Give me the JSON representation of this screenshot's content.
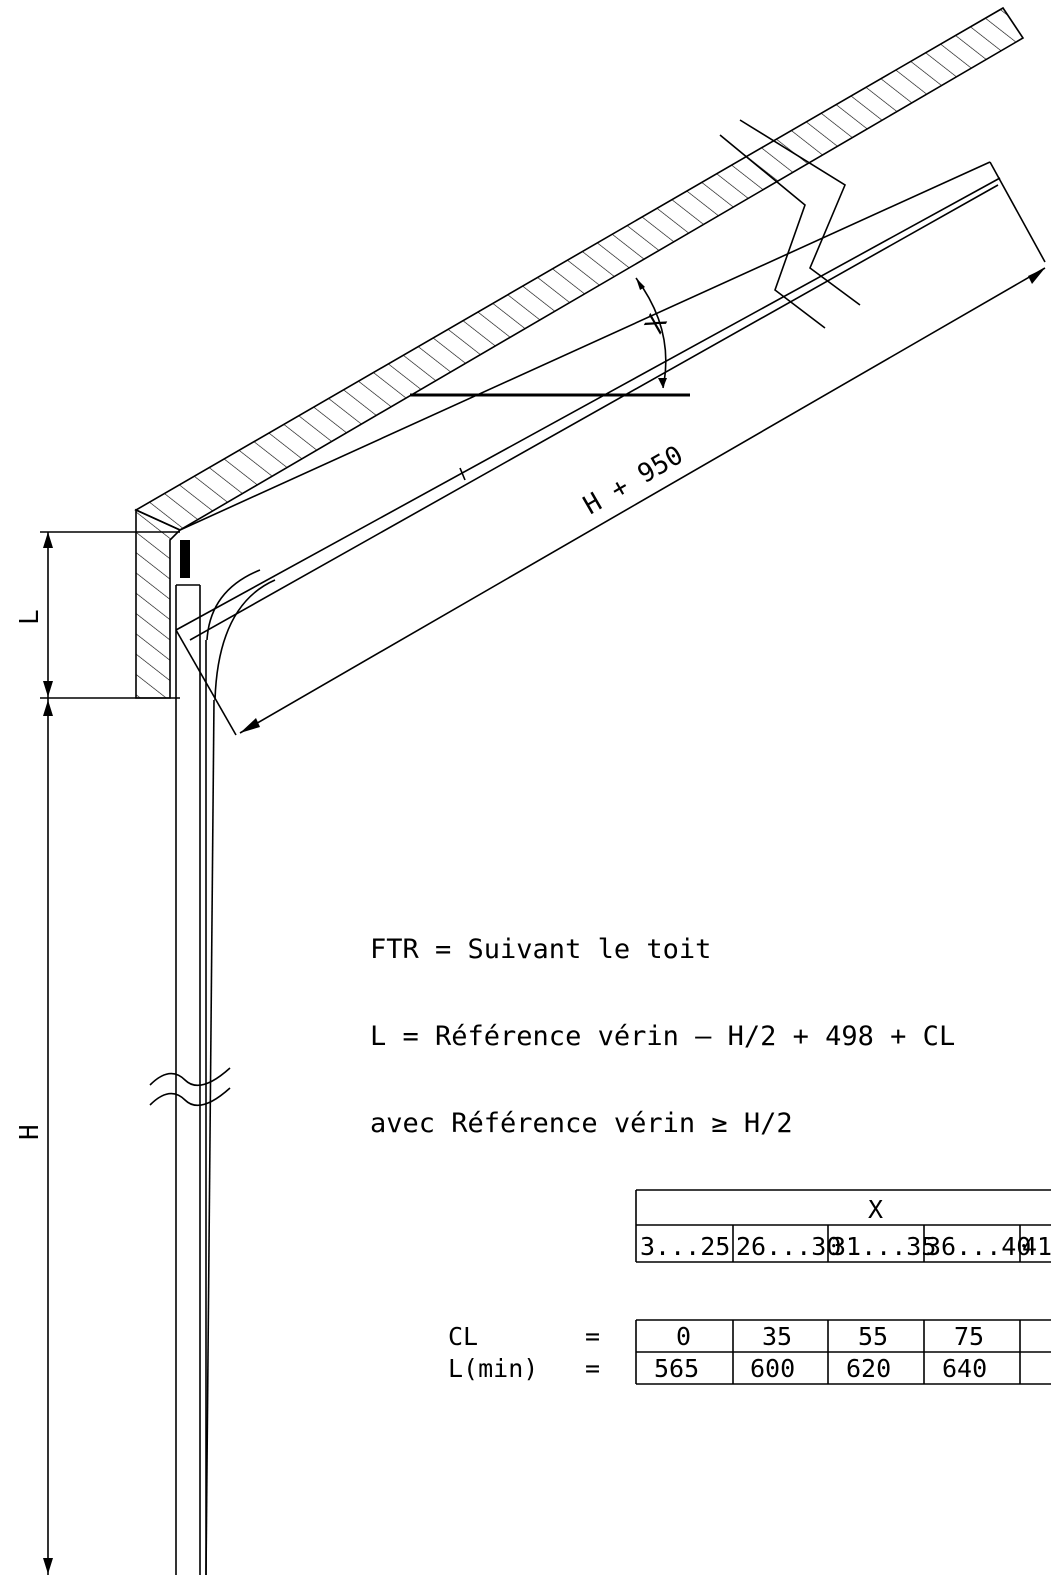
{
  "notes": {
    "line1": "FTR = Suivant le toit",
    "line2": "L = Référence vérin – H/2 + 498 + CL",
    "line3": "avec Référence vérin ≥ H/2"
  },
  "dimensions": {
    "slope_length": "H + 950",
    "angle": "X",
    "bracket_height": "L",
    "door_height": "H"
  },
  "table": {
    "header": "X",
    "ranges": [
      "3...25",
      "26...30",
      "31...35",
      "36...40",
      "41"
    ],
    "rows": [
      {
        "label": "CL",
        "eq": "=",
        "values": [
          "0",
          "35",
          "55",
          "75",
          ""
        ]
      },
      {
        "label": "L(min)",
        "eq": "=",
        "values": [
          "565",
          "600",
          "620",
          "640",
          ""
        ]
      }
    ]
  }
}
